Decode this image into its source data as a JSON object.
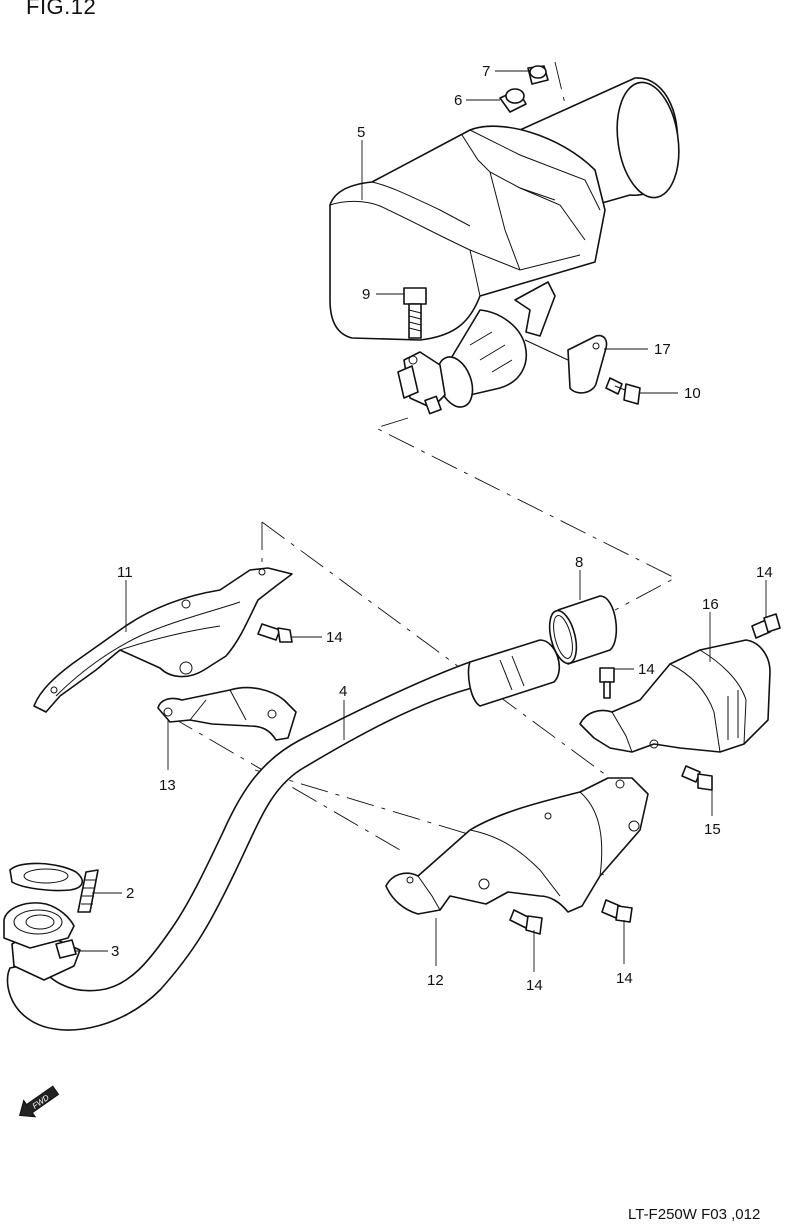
{
  "figure": {
    "title": "FIG.12",
    "doc_code": "LT-F250W F03 ,012"
  },
  "callouts": [
    {
      "id": "c1",
      "label": "7"
    },
    {
      "id": "c2",
      "label": "6"
    },
    {
      "id": "c3",
      "label": "5"
    },
    {
      "id": "c4",
      "label": "9"
    },
    {
      "id": "c5",
      "label": "17"
    },
    {
      "id": "c6",
      "label": "10"
    },
    {
      "id": "c7",
      "label": "8"
    },
    {
      "id": "c8",
      "label": "14"
    },
    {
      "id": "c9",
      "label": "16"
    },
    {
      "id": "c10",
      "label": "11"
    },
    {
      "id": "c11",
      "label": "14"
    },
    {
      "id": "c12",
      "label": "14"
    },
    {
      "id": "c13",
      "label": "4"
    },
    {
      "id": "c14",
      "label": "13"
    },
    {
      "id": "c15",
      "label": "15"
    },
    {
      "id": "c16",
      "label": "2"
    },
    {
      "id": "c17",
      "label": "3"
    },
    {
      "id": "c18",
      "label": "12"
    },
    {
      "id": "c19",
      "label": "14"
    },
    {
      "id": "c20",
      "label": "14"
    }
  ],
  "fwd_badge": "FWD",
  "icons": {
    "fwd_arrow": "fwd-arrow-icon"
  }
}
